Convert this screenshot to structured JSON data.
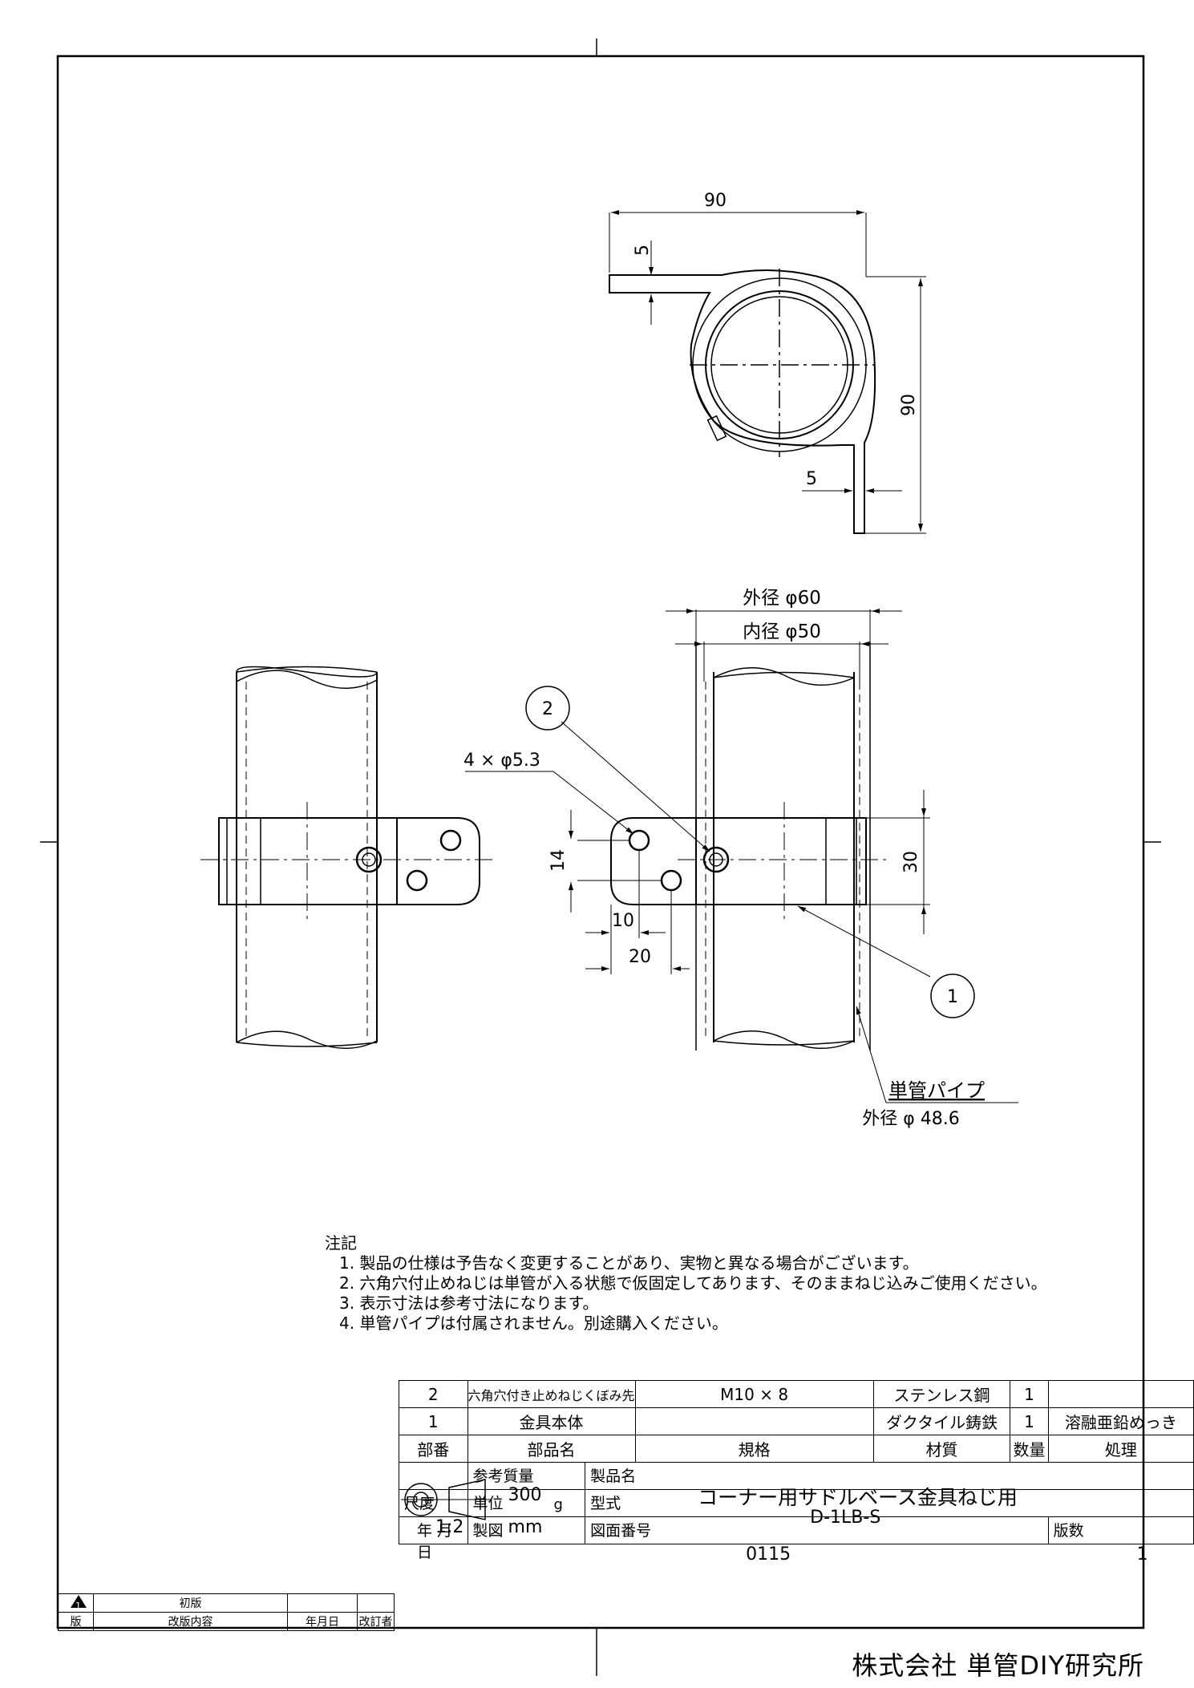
{
  "dimensions": {
    "top_width": "90",
    "top_flange": "5",
    "top_height": "90",
    "side_flange": "5",
    "outer_dia": "外径 φ60",
    "inner_dia": "内径 φ50",
    "holes": "4 × φ5.3",
    "hole_pitch_v": "14",
    "hole_x1": "10",
    "hole_x2": "20",
    "band_width": "30"
  },
  "balloons": {
    "part1": "1",
    "part2": "2"
  },
  "pipe_label": {
    "name": "単管パイプ",
    "dia": "外径 φ 48.6"
  },
  "notes": {
    "title": "注記",
    "items": [
      "1. 製品の仕様は予告なく変更することがあり、実物と異なる場合がございます。",
      "2. 六角穴付止めねじは単管が入る状態で仮固定してあります、そのままねじ込みご使用ください。",
      "3. 表示寸法は参考寸法になります。",
      "4. 単管パイプは付属されません。別途購入ください。"
    ]
  },
  "parts": [
    {
      "no": "2",
      "name": "六角穴付き止めねじくぼみ先",
      "spec": "M10 × 8",
      "material": "ステンレス鋼",
      "qty": "1",
      "treatment": ""
    },
    {
      "no": "1",
      "name": "金具本体",
      "spec": "",
      "material": "ダクタイル鋳鉄",
      "qty": "1",
      "treatment": "溶融亜鉛めっき"
    }
  ],
  "headers": {
    "no": "部番",
    "name": "部品名",
    "spec": "規格",
    "material": "材質",
    "qty": "数量",
    "treatment": "処理"
  },
  "title_block": {
    "mass_label": "参考質量",
    "mass_value": "300",
    "mass_unit": "g",
    "product_label": "製品名",
    "product_name": "コーナー用サドルベース金具ねじ用",
    "scale_label": "尺度",
    "scale_value": "1:2",
    "unit_label": "単位",
    "unit_value": "mm",
    "model_label": "型式",
    "model_value": "D-1LB-S",
    "date_label": "年 月 日",
    "drawn_label": "製図",
    "drawing_no_label": "図面番号",
    "drawing_no": "0115",
    "edition_label": "版数",
    "edition": "1"
  },
  "revision": {
    "mark": "1",
    "first": "初版",
    "h_ver": "版",
    "h_content": "改版内容",
    "h_date": "年月日",
    "h_rev": "改訂者"
  },
  "company": "株式会社 単管DIY研究所"
}
